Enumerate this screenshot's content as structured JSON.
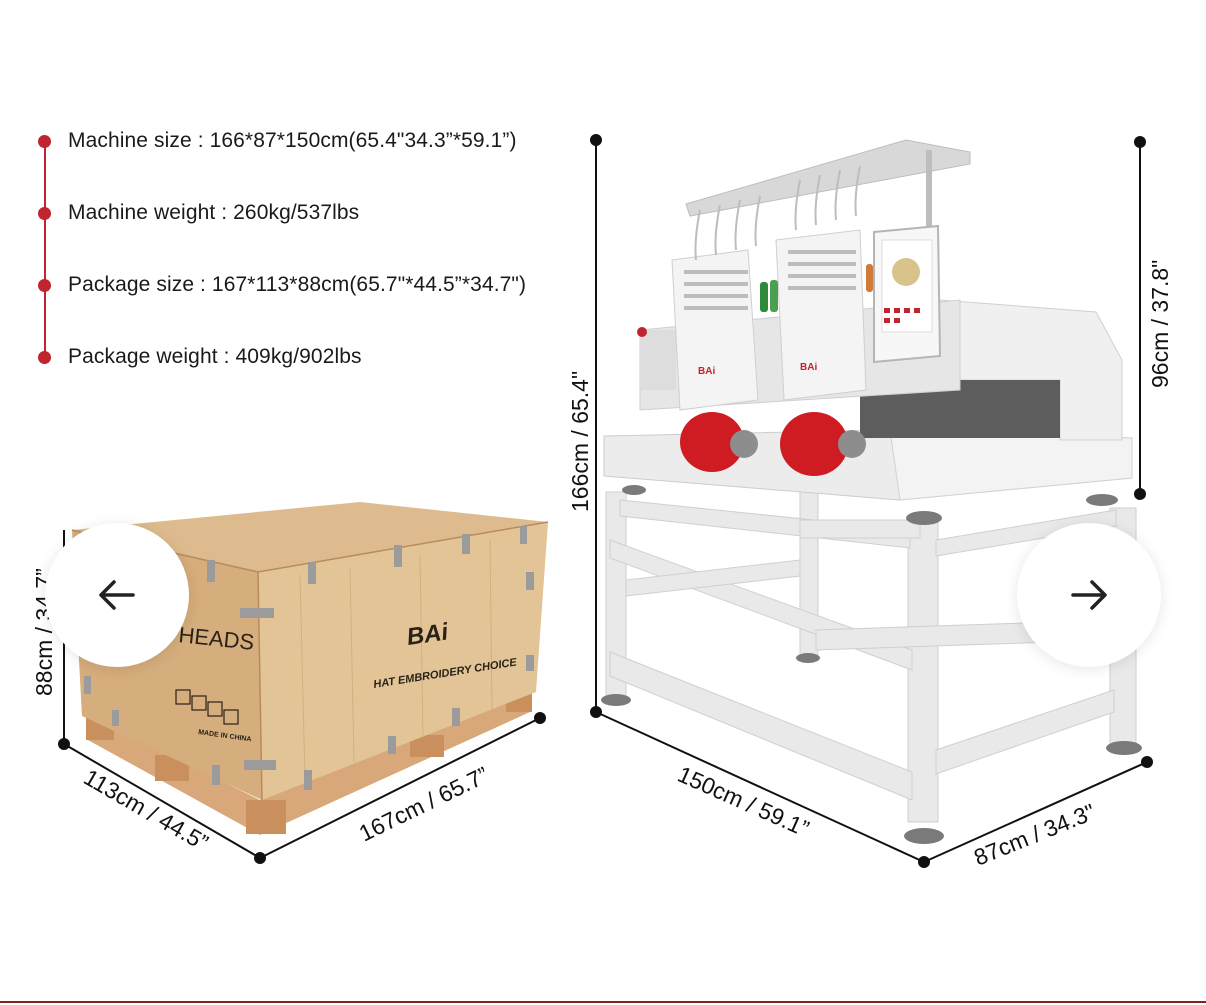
{
  "specs": {
    "items": [
      {
        "label": "Machine size",
        "value": "166*87*150cm(65.4\"34.3”*59.1”)"
      },
      {
        "label": "Machine weight",
        "value": "260kg/537lbs"
      },
      {
        "label": "Package size",
        "value": "167*113*88cm(65.7\"*44.5”*34.7\")"
      },
      {
        "label": "Package weight",
        "value": "409kg/902lbs"
      }
    ],
    "separator": " : ",
    "accent_color": "#c0242c"
  },
  "package": {
    "height_label": "88cm / 34.7”",
    "depth_label": "113cm / 44.5”",
    "width_label": "167cm / 65.7”",
    "brand": "BAi",
    "slogan": "HAT EMBROIDERY CHOICE",
    "heads_text": "HEADS",
    "made_in": "MADE IN CHINA"
  },
  "machine": {
    "height_label": "166cm / 65.4\"",
    "head_height_label": "96cm / 37.8\"",
    "width_label": "150cm / 59.1”",
    "depth_label": "87cm / 34.3\"",
    "brand": "BAi"
  },
  "nav": {
    "prev_icon": "arrow-left-icon",
    "next_icon": "arrow-right-icon"
  }
}
